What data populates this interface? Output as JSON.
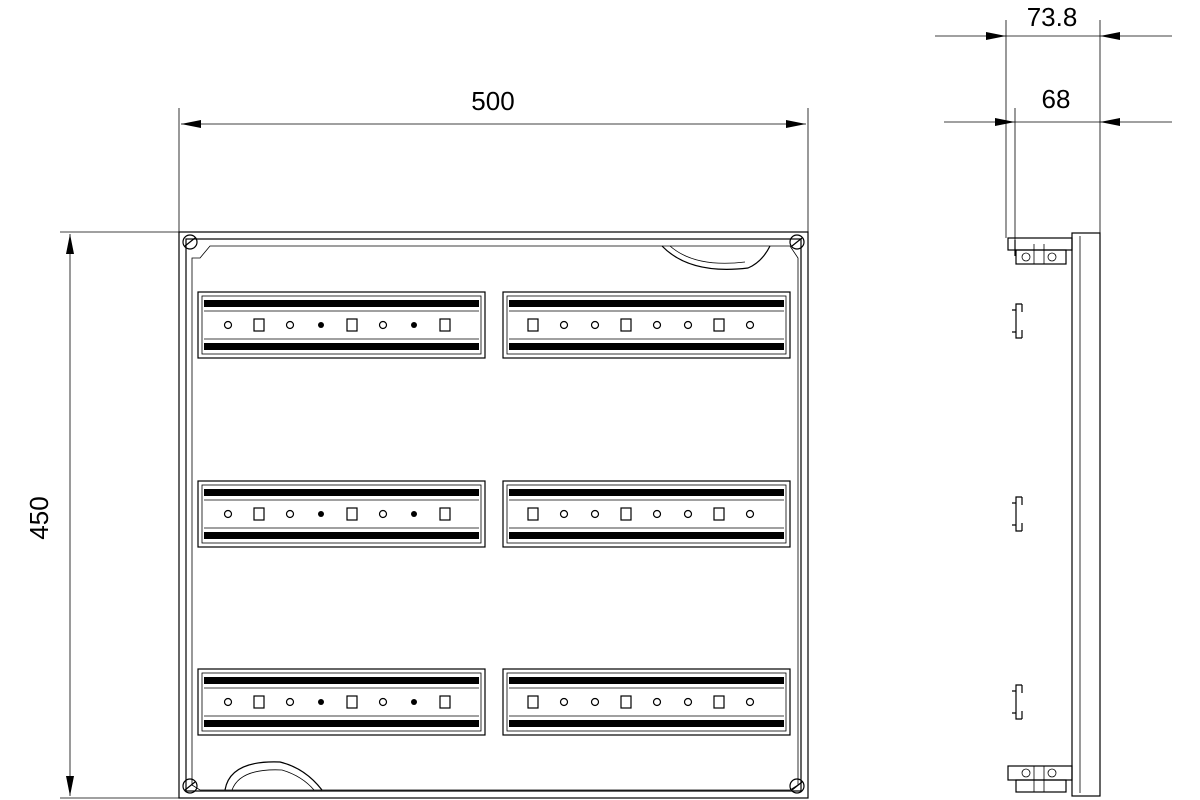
{
  "dimensions": {
    "width_label": "500",
    "height_label": "450",
    "depth_outer_label": "73.8",
    "depth_inner_label": "68"
  },
  "rails": {
    "rows": 3,
    "columns": 2
  },
  "side_view": {
    "clip_count": 3
  },
  "colors": {
    "line": "#000000",
    "background": "#ffffff"
  }
}
